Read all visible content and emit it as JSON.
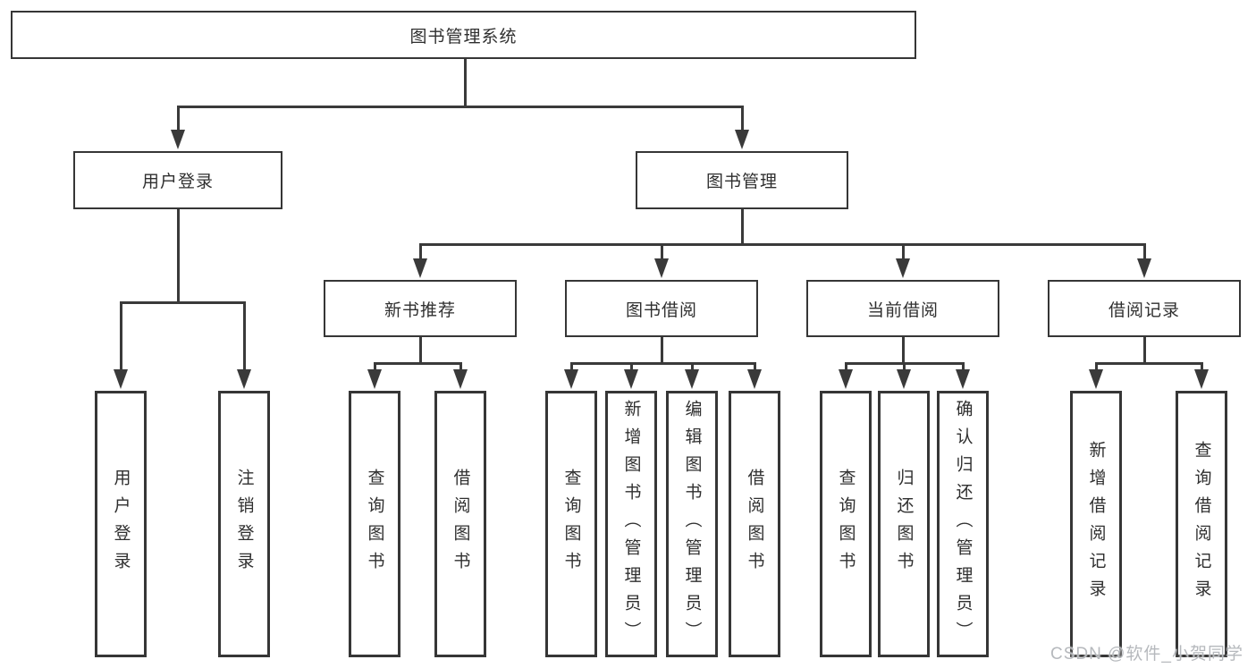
{
  "title": "图书管理系统",
  "level2": [
    "用户登录",
    "图书管理"
  ],
  "level3": [
    "新书推荐",
    "图书借阅",
    "当前借阅",
    "借阅记录"
  ],
  "leaves": {
    "user": [
      "用户登录",
      "注销登录"
    ],
    "newbook": [
      "查询图书",
      "借阅图书"
    ],
    "borrow": [
      "查询图书",
      "新增图书（管理员）",
      "编辑图书（管理员）",
      "借阅图书"
    ],
    "current": [
      "查询图书",
      "归还图书",
      "确认归还（管理员）"
    ],
    "records": [
      "新增借阅记录",
      "查询借阅记录"
    ]
  },
  "watermark": "CSDN @软件_小贺同学",
  "colors": {
    "line": "#3a3a3a",
    "box_border": "#363636",
    "text": "#2f2f2f",
    "watermark": "#b6b9bd",
    "background": "#ffffff"
  }
}
